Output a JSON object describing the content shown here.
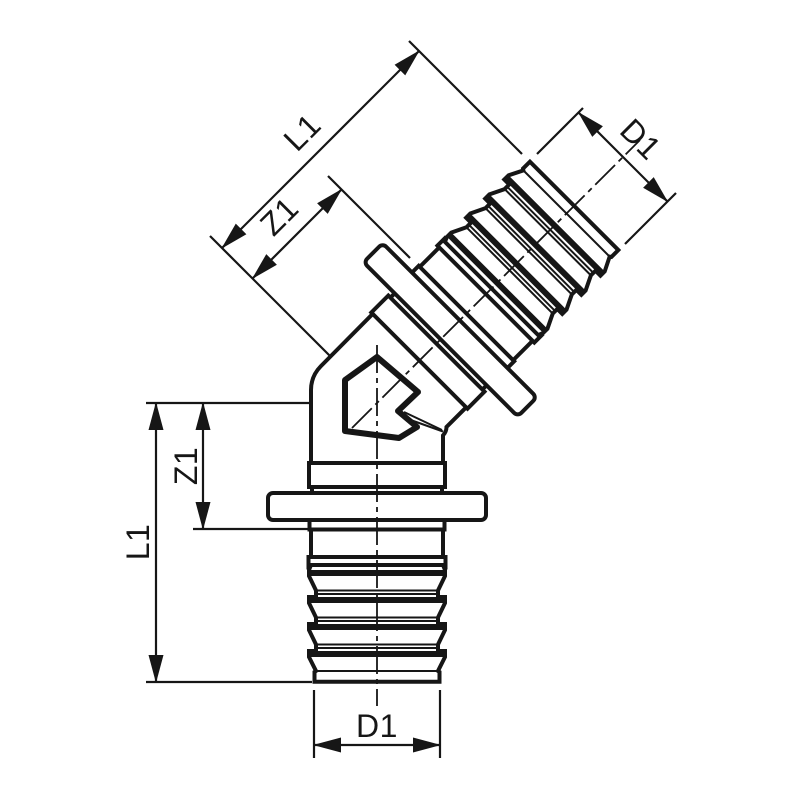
{
  "drawing": {
    "subject": "45-degree elbow barbed pipe fitting, dimensioned technical line drawing",
    "background_color": "#ffffff",
    "line_color": "#161616",
    "labels": {
      "l1_diagonal": "L1",
      "z1_diagonal": "Z1",
      "d1_diagonal": "D1",
      "z1_vertical": "Z1",
      "l1_vertical": "L1",
      "d1_bottom": "D1"
    }
  }
}
